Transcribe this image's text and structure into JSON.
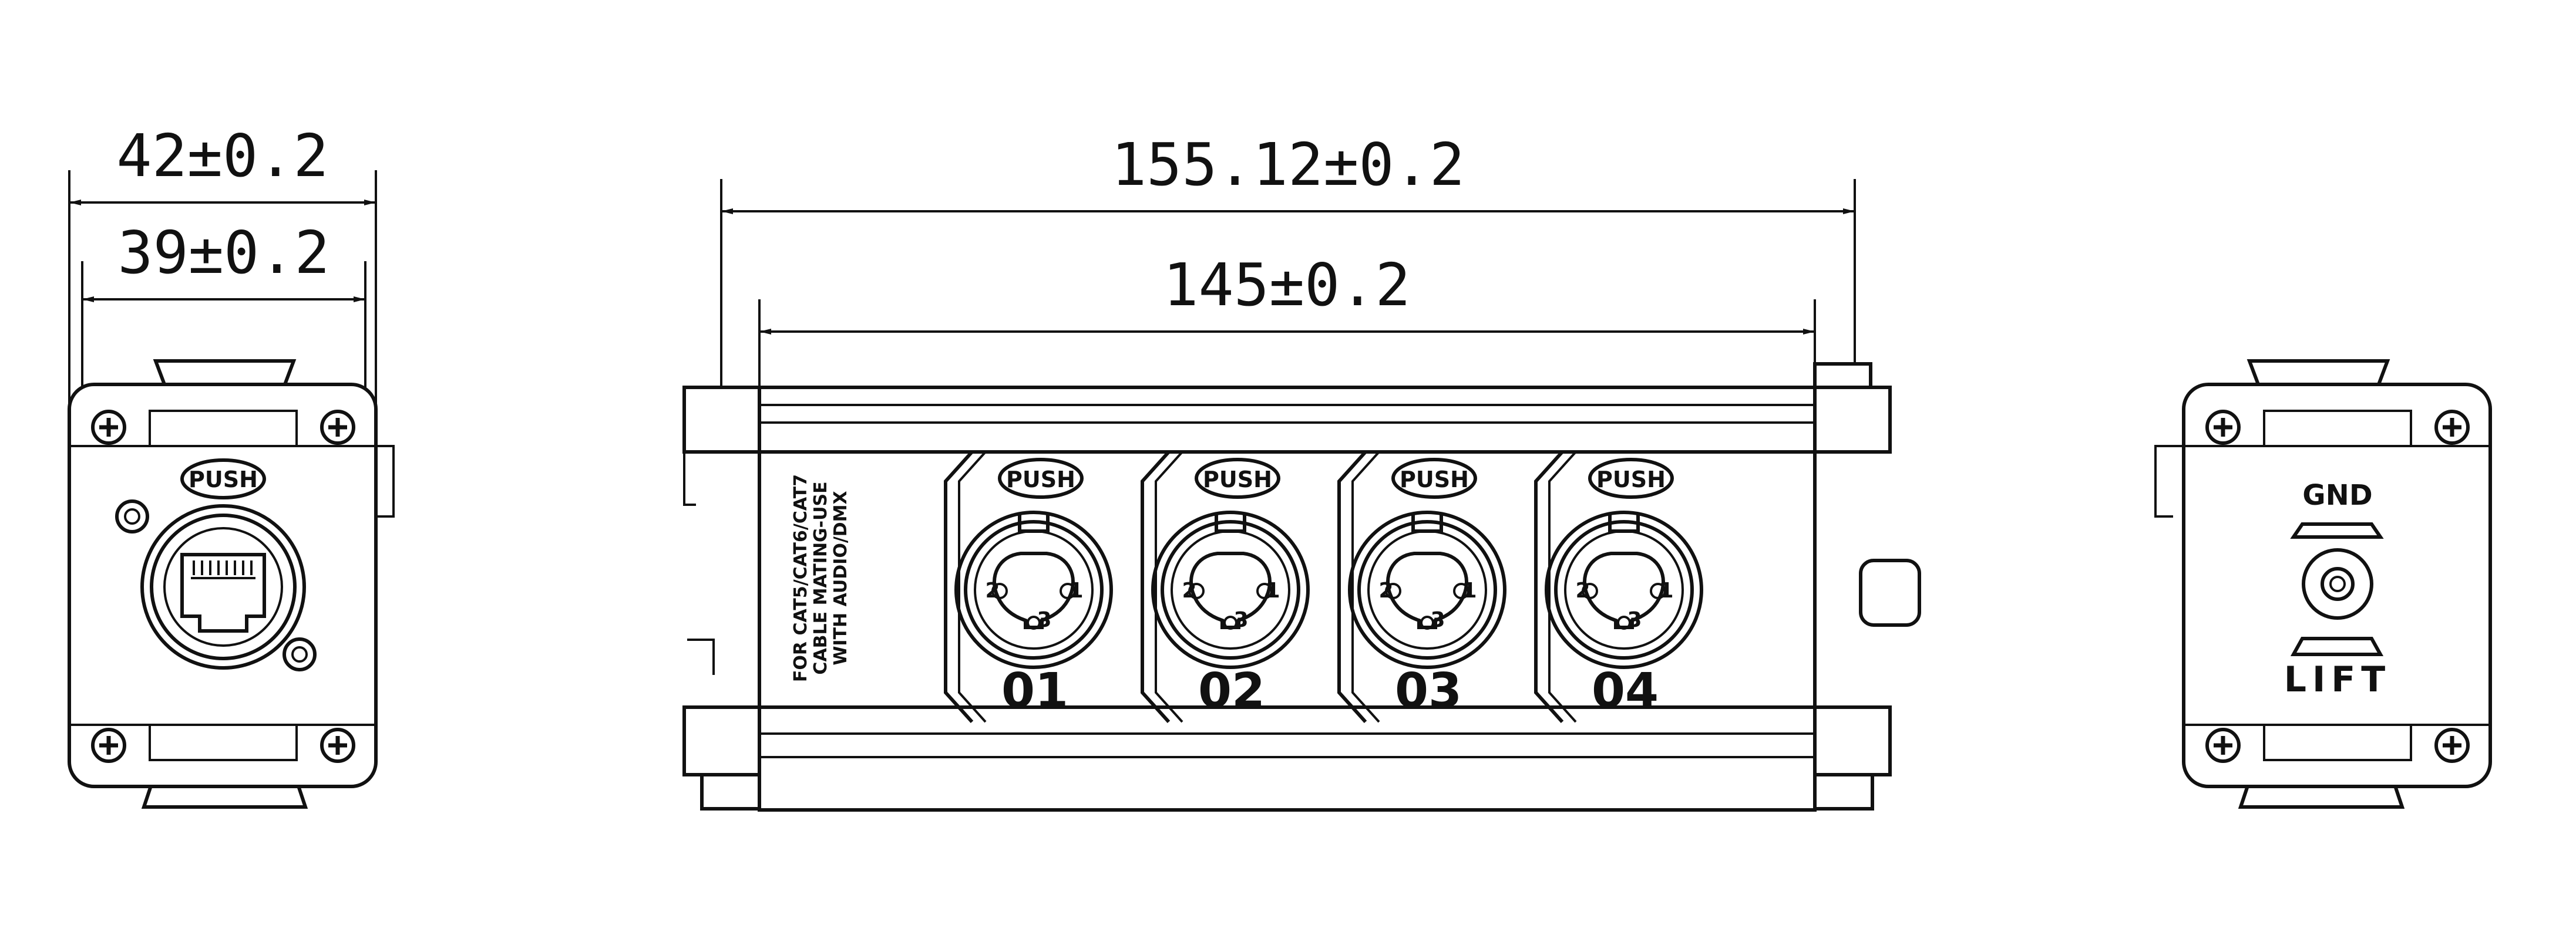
{
  "dimensions": {
    "left_outer": "42±0.2",
    "left_inner": "39±0.2",
    "front_outer": "155.12±0.2",
    "front_inner": "145±0.2"
  },
  "left_view": {
    "push_label": "PUSH"
  },
  "front_view": {
    "side_text": [
      "FOR CAT5/CAT6/CAT7",
      "CABLE MATING-USE",
      "WITH AUDIO/DMX"
    ],
    "channels": [
      {
        "number": "01",
        "push": "PUSH",
        "pins": [
          "2",
          "1",
          "3"
        ]
      },
      {
        "number": "02",
        "push": "PUSH",
        "pins": [
          "2",
          "1",
          "3"
        ]
      },
      {
        "number": "03",
        "push": "PUSH",
        "pins": [
          "2",
          "1",
          "3"
        ]
      },
      {
        "number": "04",
        "push": "PUSH",
        "pins": [
          "2",
          "1",
          "3"
        ]
      }
    ]
  },
  "right_view": {
    "top_label": "GND",
    "bottom_label": "LIFT"
  }
}
